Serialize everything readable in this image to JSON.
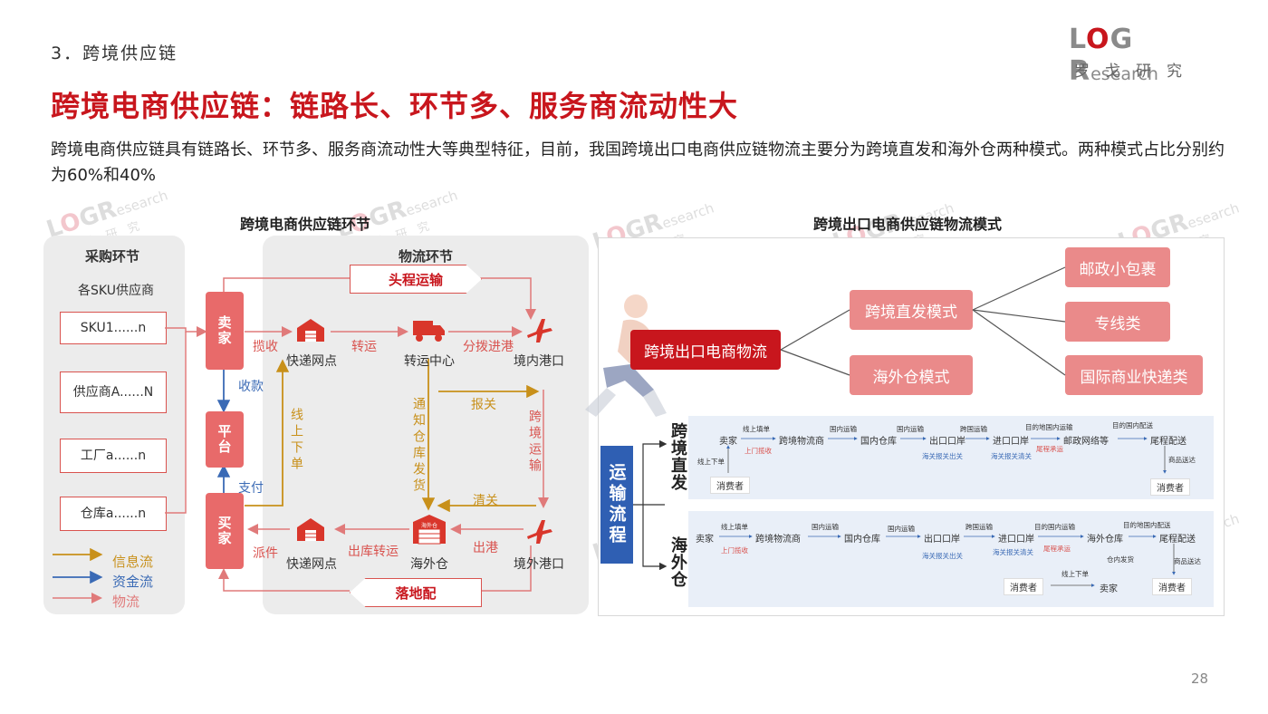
{
  "header": {
    "section": "3．跨境供应链",
    "title": "跨境电商供应链：链路长、环节多、服务商流动性大",
    "description": "跨境电商供应链具有链路长、环节多、服务商流动性大等典型特征，目前，我国跨境出口电商供应链物流主要分为跨境直发和海外仓两种模式。两种模式占比分别约为60%和40%",
    "page_number": "28"
  },
  "logo": {
    "L": "L",
    "O": "O",
    "G": "G",
    "R": "R",
    "esearch": "esearch",
    "cn": "罗戈研究"
  },
  "watermark": {
    "text_L": "L",
    "text_O": "O",
    "text_G": "G",
    "text_R": "R",
    "text_esearch": "esearch",
    "cn": "罗戈研究"
  },
  "left_diagram": {
    "title": "跨境电商供应链环节",
    "procurement": {
      "title": "采购环节",
      "subtitle": "各SKU供应商",
      "items": [
        "SKU1......n",
        "供应商A......N",
        "工厂a......n",
        "仓库a......n"
      ]
    },
    "logistics": {
      "title": "物流环节",
      "seller": "卖家",
      "platform": "平台",
      "buyer": "买家",
      "head_transport": "头程运输",
      "last_mile": "落地配",
      "nodes": {
        "express_top": "快递网点",
        "transfer_center": "转运中心",
        "domestic_port": "境内港口",
        "express_bottom": "快递网点",
        "overseas_wh": "海外仓",
        "overseas_port": "境外港口"
      },
      "edges": {
        "pickup": "揽收",
        "transfer": "转运",
        "distribute_port": "分拨进港",
        "collect_payment": "收款",
        "pay": "支付",
        "deliver": "派件",
        "outbound_transfer": "出库转运",
        "exit_port": "出港",
        "customs_declare": "报关",
        "cross_border_transport": "跨境运输",
        "customs_clear": "清关",
        "online_order": "线上下单",
        "notify_wh_ship": "通知仓库发货"
      },
      "overseas_wh_sign": "海外仓"
    },
    "legend": [
      {
        "label": "信息流",
        "color": "#c8901a"
      },
      {
        "label": "资金流",
        "color": "#3a6ab5"
      },
      {
        "label": "物流",
        "color": "#e07a7a"
      }
    ]
  },
  "right_diagram": {
    "title": "跨境出口电商供应链物流模式",
    "root": "跨境出口电商物流",
    "direct_mode": "跨境直发模式",
    "overseas_mode": "海外仓模式",
    "channels": [
      "邮政小包裹",
      "专线类",
      "国际商业快递类"
    ],
    "transport_process": "运输流程",
    "direct_label": "跨境直发",
    "overseas_label": "海外仓",
    "direct_flow": {
      "nodes": [
        "卖家",
        "跨境物流商",
        "国内仓库",
        "出口口岸",
        "进口口岸",
        "邮政网络等",
        "尾程配送"
      ],
      "edge_labels": [
        "线上填单",
        "国内运输",
        "国内运输",
        "跨国运输",
        "目的地国内运输",
        "目的国内配送"
      ],
      "sub_labels": {
        "pickup": "上门揽收",
        "customs_out": "海关报关出关",
        "customs_in": "海关报关清关",
        "tail_carry": "尾程承运",
        "online_order": "线上下单",
        "goods_arrive": "商品送达"
      },
      "consumer_left": "消费者",
      "consumer_right": "消费者"
    },
    "overseas_flow": {
      "nodes": [
        "卖家",
        "跨境物流商",
        "国内仓库",
        "出口口岸",
        "进口口岸",
        "海外仓库",
        "尾程配送"
      ],
      "edge_labels": [
        "线上填单",
        "国内运输",
        "国内运输",
        "跨国运输",
        "目的国内运输",
        "目的地国内配送"
      ],
      "sub_labels": {
        "pickup": "上门揽收",
        "customs_out": "海关报关出关",
        "customs_in": "海关报关清关",
        "tail_carry": "尾程承运",
        "wh_ship": "仓内发货",
        "goods_arrive": "商品送达",
        "online_order": "线上下单"
      },
      "consumer_left": "消费者",
      "seller_mid": "卖家",
      "consumer_right": "消费者"
    }
  }
}
